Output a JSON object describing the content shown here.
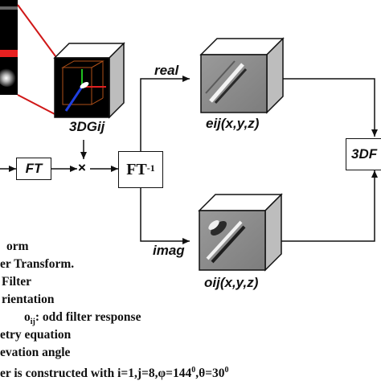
{
  "labels": {
    "cube_top_left": "3DGij",
    "fourier": "FT",
    "inverse_base": "FT",
    "inverse_sup": "-1",
    "multiply": "×",
    "real": "real",
    "imag": "imag",
    "even_output": "eij(x,y,z)",
    "odd_output": "oij(x,y,z)",
    "combine": "3DF"
  },
  "legend": [
    {
      "text": "orm"
    },
    {
      "text": "er Transform."
    },
    {
      "text": "Filter"
    },
    {
      "text": "rientation"
    },
    {
      "prefix": "o",
      "sub": "ij",
      "text": ": odd filter response"
    },
    {
      "text": "etry equation"
    },
    {
      "text": "evation angle"
    },
    {
      "text": "er is constructed with i=1,j=8,φ=144",
      "sup1": "0",
      "mid": ",θ=30",
      "sup2": "0"
    }
  ],
  "colors": {
    "stroke": "#111111",
    "callout": "#d01818",
    "axis_red": "#e02020",
    "axis_green": "#20c020",
    "axis_blue": "#2040e0",
    "cube_face": "#ffffff",
    "cube_side": "#bdbdbd",
    "volume_bg": "#8e8e8e"
  }
}
